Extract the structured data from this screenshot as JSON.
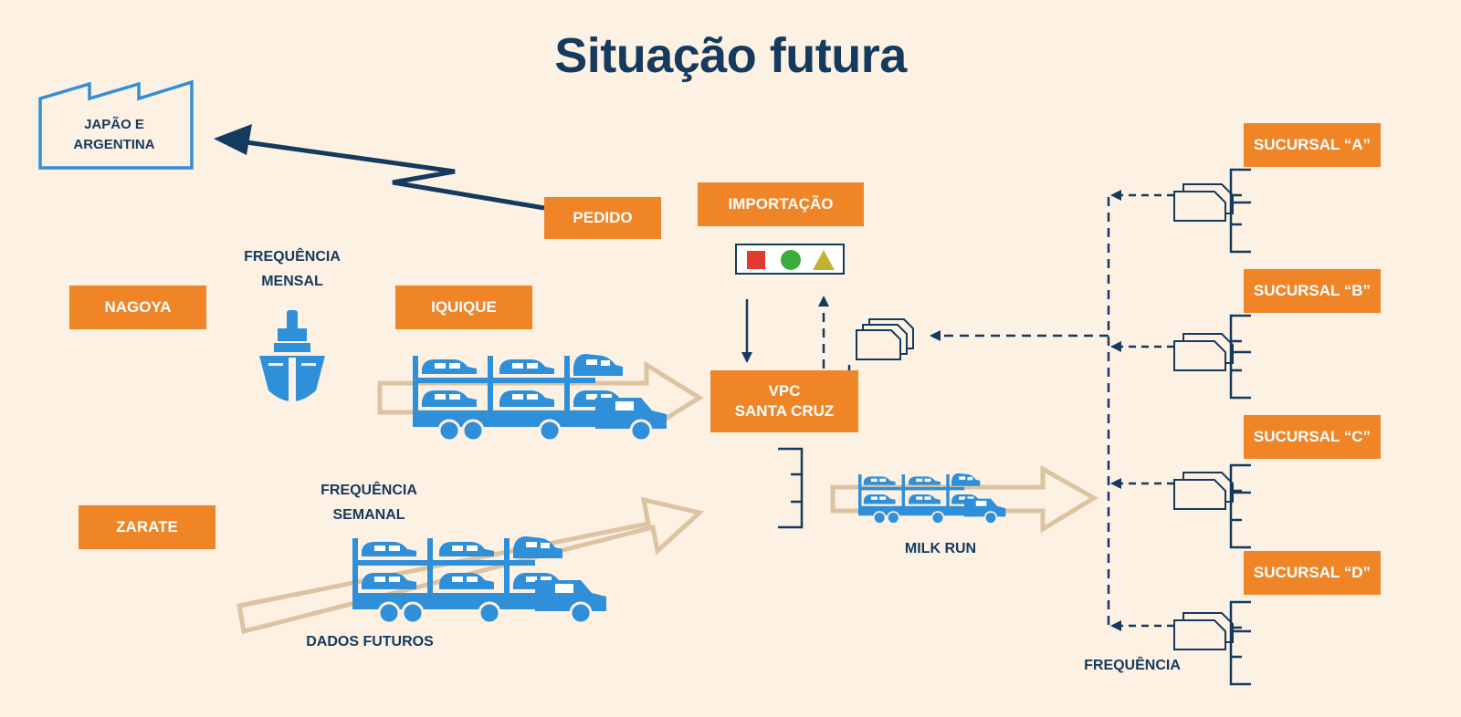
{
  "title": "Situação futura",
  "factory": {
    "line1": "JAPÃO E",
    "line2": "ARGENTINA"
  },
  "boxes": {
    "pedido": "PEDIDO",
    "importacao": "IMPORTAÇÃO",
    "nagoya": "NAGOYA",
    "iquique": "IQUIQUE",
    "zarate": "ZARATE",
    "vpc_line1": "VPC",
    "vpc_line2": "SANTA CRUZ",
    "sucursal_a": "SUCURSAL “A”",
    "sucursal_b": "SUCURSAL “B”",
    "sucursal_c": "SUCURSAL “C”",
    "sucursal_d": "SUCURSAL “D”"
  },
  "labels": {
    "freq_mensal_1": "FREQUÊNCIA",
    "freq_mensal_2": "MENSAL",
    "freq_semanal_1": "FREQUÊNCIA",
    "freq_semanal_2": "SEMANAL",
    "dados_futuros": "DADOS FUTUROS",
    "milk_run": "MILK RUN",
    "frequencia": "FREQUÊNCIA"
  },
  "signal_icons": [
    "red-square-icon",
    "green-circle-icon",
    "yellow-triangle-icon"
  ],
  "colors": {
    "background": "#fdf1e4",
    "navy": "#143a5e",
    "orange": "#ef8527",
    "blue": "#2f8fd8",
    "beige_arrow": "#dcc4a2",
    "red": "#e23a2f",
    "green": "#3aae3a",
    "yellow": "#c2b22f"
  }
}
